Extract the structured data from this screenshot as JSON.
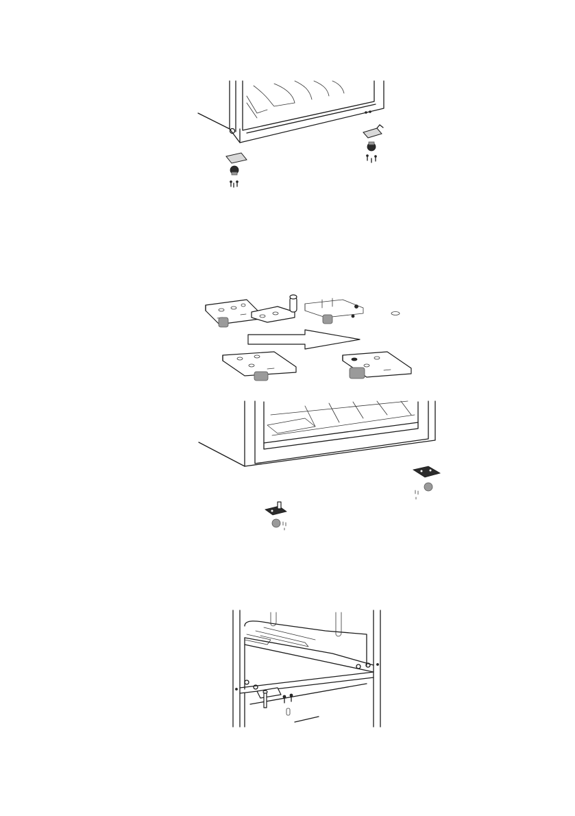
{
  "page": {
    "figures": [
      {
        "id": "figure-1",
        "subject": "cabinet-bottom-hinge-and-feet-removal"
      },
      {
        "id": "figure-2",
        "subject": "hinge-plates-swap-with-direction-arrow"
      },
      {
        "id": "figure-3",
        "subject": "cabinet-bottom-hinge-and-feet-reinstall"
      },
      {
        "id": "figure-4",
        "subject": "door-hinge-pin-mounting"
      }
    ]
  },
  "colors": {
    "background": "#ffffff",
    "line": "#1a1a1a",
    "shade": "#d9d9d9",
    "dark_part": "#2b2b2b"
  },
  "icons": [
    "screw-icon",
    "foot-icon",
    "hinge-plate-icon",
    "arrow-icon"
  ]
}
